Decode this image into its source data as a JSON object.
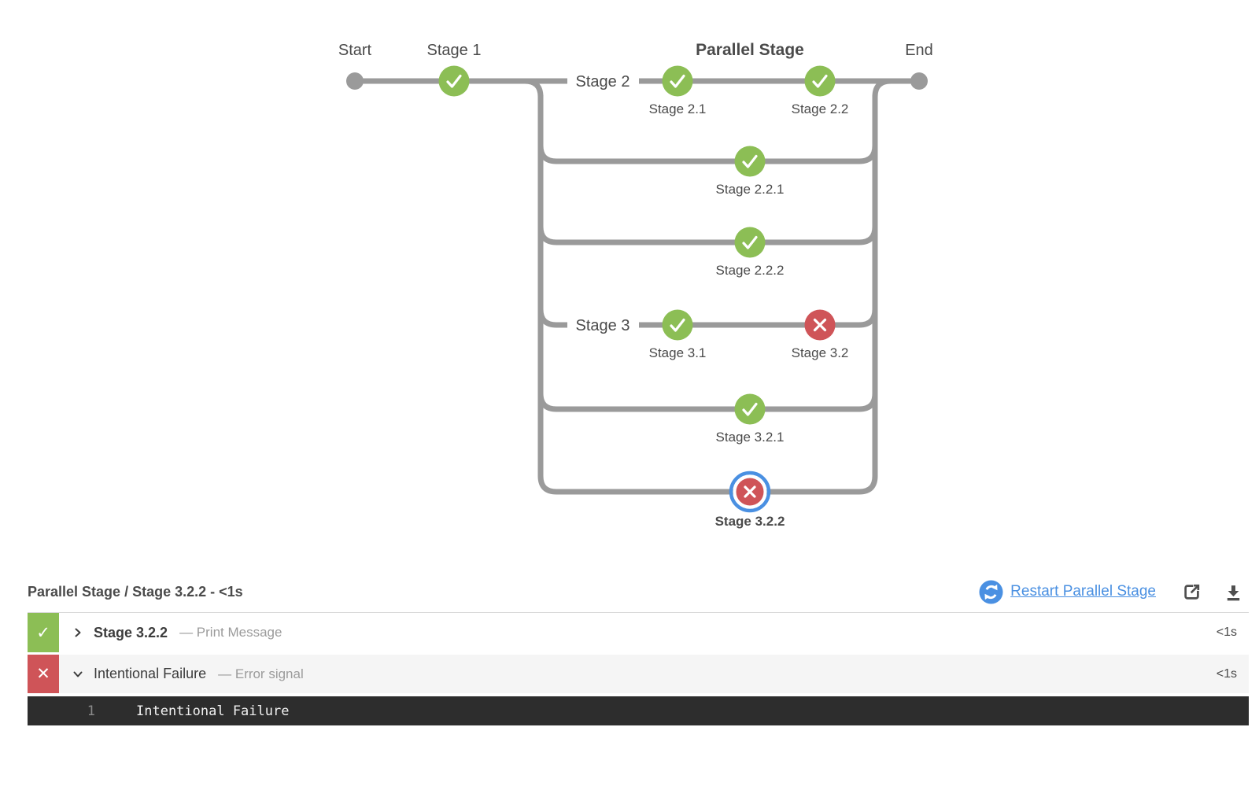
{
  "pipeline": {
    "heading": "Parallel Stage",
    "start_label": "Start",
    "end_label": "End",
    "pre_stages": [
      {
        "label": "Stage 1",
        "status": "success"
      }
    ],
    "branches": [
      {
        "label": "Stage 2",
        "nodes": [
          {
            "label": "Stage 2.1",
            "status": "success"
          },
          {
            "label": "Stage 2.2",
            "status": "success"
          }
        ]
      },
      {
        "label": "",
        "nodes": [
          {
            "label": "Stage 2.2.1",
            "status": "success"
          }
        ]
      },
      {
        "label": "",
        "nodes": [
          {
            "label": "Stage 2.2.2",
            "status": "success"
          }
        ]
      },
      {
        "label": "Stage 3",
        "nodes": [
          {
            "label": "Stage 3.1",
            "status": "success"
          },
          {
            "label": "Stage 3.2",
            "status": "failure"
          }
        ]
      },
      {
        "label": "",
        "nodes": [
          {
            "label": "Stage 3.2.1",
            "status": "success"
          }
        ]
      },
      {
        "label": "",
        "nodes": [
          {
            "label": "Stage 3.2.2",
            "status": "failure",
            "selected": true
          }
        ]
      }
    ]
  },
  "log_panel": {
    "breadcrumb": "Parallel Stage / Stage 3.2.2 - <1s",
    "restart_label": "Restart Parallel Stage",
    "icons": [
      "restart-icon",
      "open-external-icon",
      "download-icon"
    ],
    "steps": [
      {
        "status": "success",
        "icon": "check-icon",
        "glyph": "✓",
        "chevron": "chevron-right-icon",
        "title": "Stage 3.2.2",
        "desc": "— Print Message",
        "duration": "<1s",
        "expanded": false
      },
      {
        "status": "failure",
        "icon": "x-icon",
        "glyph": "✕",
        "chevron": "chevron-down-icon",
        "title": "Intentional Failure",
        "desc": "— Error signal",
        "duration": "<1s",
        "expanded": true
      }
    ],
    "console": {
      "line_number": "1",
      "text": "Intentional Failure"
    }
  },
  "colors": {
    "success": "#8CBE55",
    "failure": "#CF5458",
    "accent": "#4A90E2",
    "line": "#9A9A9A",
    "dark-text": "#4A4A4A",
    "gray-text": "#9B9B9B",
    "console-bg": "#2D2D2D"
  }
}
